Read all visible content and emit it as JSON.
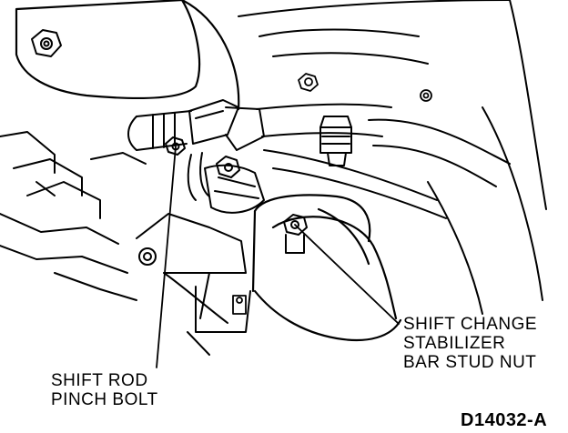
{
  "labels": {
    "stabilizer_nut": [
      "SHIFT CHANGE",
      "STABILIZER",
      "BAR STUD NUT"
    ],
    "pinch_bolt": [
      "SHIFT ROD",
      "PINCH BOLT"
    ]
  },
  "figure_id": "D14032-A",
  "colors": {
    "ink": "#000000",
    "paper": "#ffffff"
  }
}
